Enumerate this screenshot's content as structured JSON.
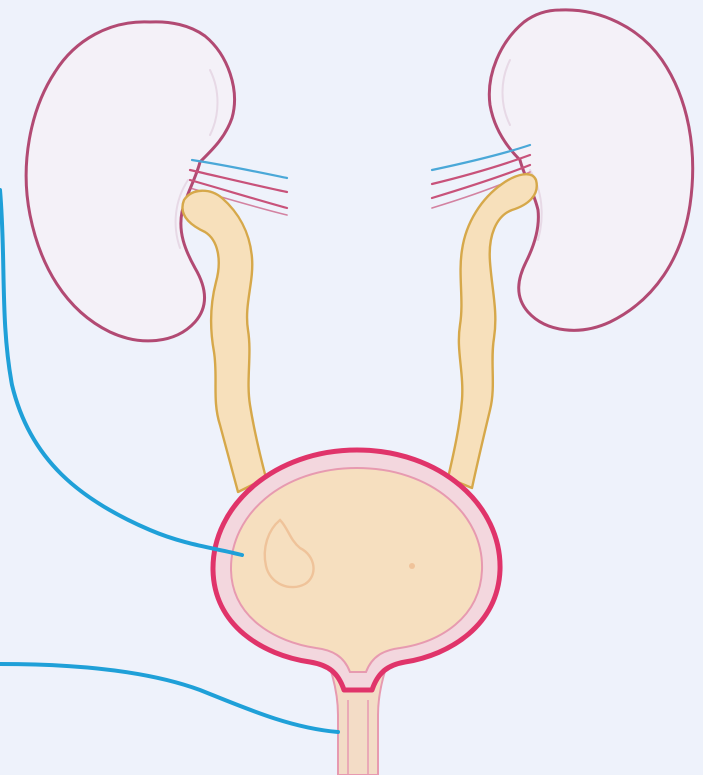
{
  "colors": {
    "background": "#eef2fb",
    "kidney_fill": "#f4f1f8",
    "kidney_outline": "#b24a73",
    "kidney_highlight": "#e7d9e6",
    "ureter_fill": "#f7e0bb",
    "ureter_outline": "#d6a84a",
    "bladder_fill": "#f6dfbf",
    "bladder_wall": "#f3d7de",
    "bladder_outline": "#e0346a",
    "bladder_inner_line": "#e79ab0",
    "urethra_fill": "#f3dcc6",
    "artery": "#c8527a",
    "vein": "#4aa8d8",
    "leader_line": "#1fa0d8",
    "ureteric_orifice": "#efc39a"
  },
  "structures": [
    {
      "id": "left-kidney",
      "kind": "kidney"
    },
    {
      "id": "right-kidney",
      "kind": "kidney"
    },
    {
      "id": "left-ureter",
      "kind": "ureter"
    },
    {
      "id": "right-ureter",
      "kind": "ureter"
    },
    {
      "id": "bladder",
      "kind": "bladder"
    },
    {
      "id": "urethra",
      "kind": "urethra"
    }
  ],
  "leader_lines": [
    {
      "id": "bladder-pointer",
      "points_to": "bladder"
    },
    {
      "id": "urethra-pointer",
      "points_to": "urethra"
    }
  ]
}
